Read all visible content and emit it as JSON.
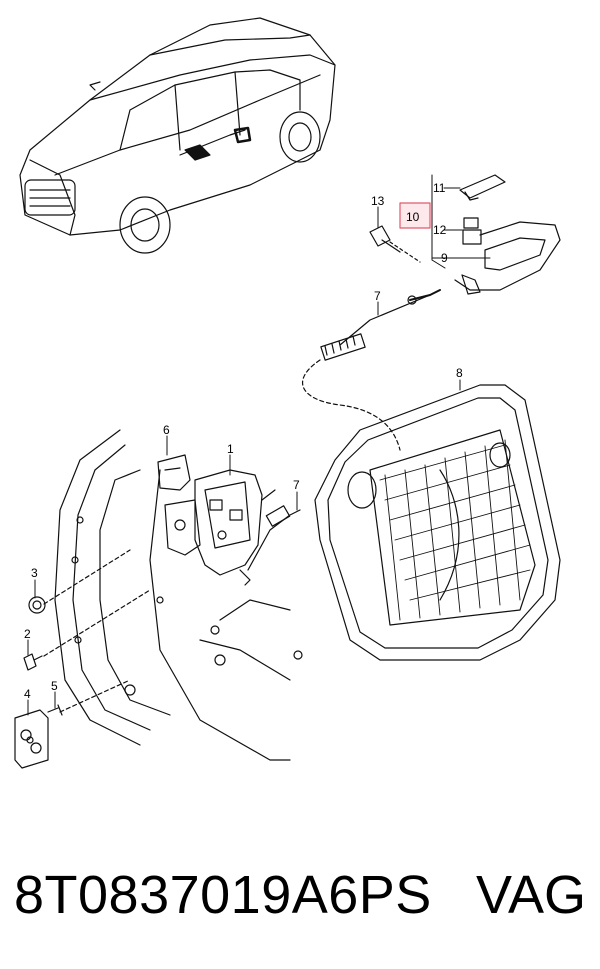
{
  "callouts": {
    "c1": "1",
    "c2": "2",
    "c3": "3",
    "c4": "4",
    "c5": "5",
    "c6": "6",
    "c7a": "7",
    "c7b": "7",
    "c8": "8",
    "c9": "9",
    "c10": "10",
    "c11": "11",
    "c12": "12",
    "c13": "13"
  },
  "footer": {
    "part_number": "8T0837019A6PS",
    "brand": "VAG"
  },
  "colors": {
    "highlight": "#e05a6e",
    "line": "#111111"
  }
}
